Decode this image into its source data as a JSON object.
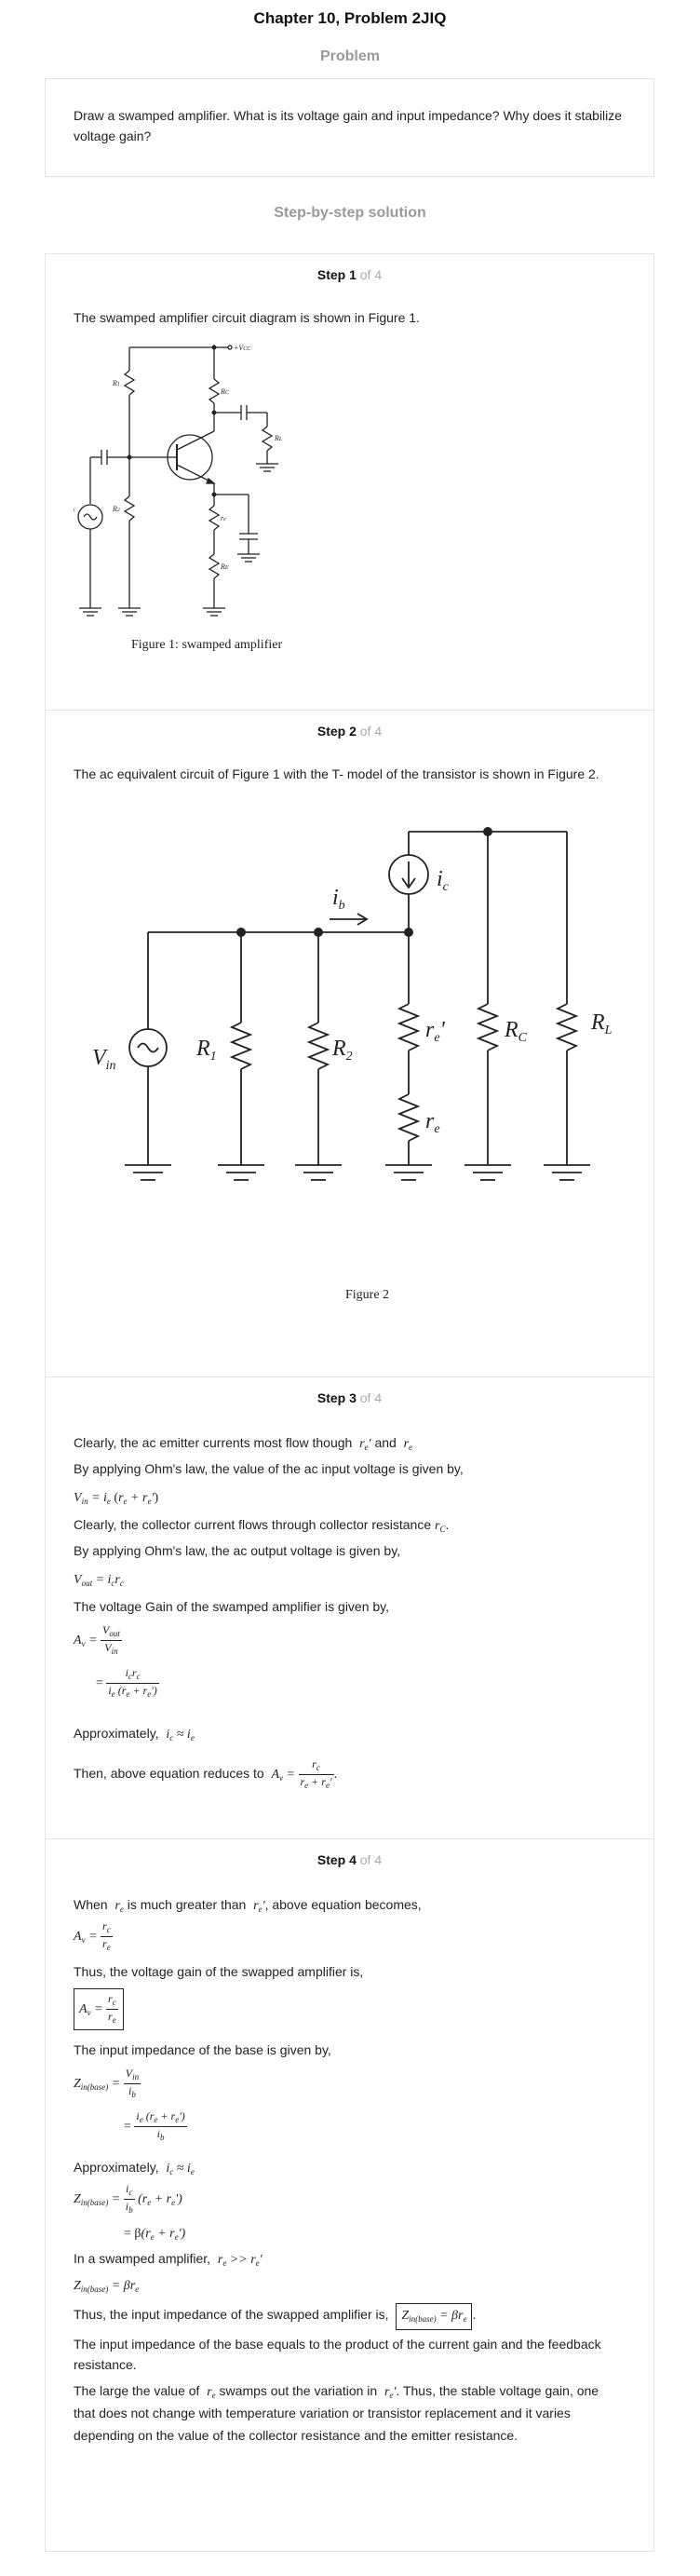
{
  "header": {
    "title": "Chapter 10, Problem 2JIQ"
  },
  "problem": {
    "heading": "Problem",
    "text": "Draw a swamped amplifier. What is its voltage gain and input impedance? Why does it stabilize voltage gain?"
  },
  "solution": {
    "heading": "Step-by-step solution"
  },
  "steps": [
    {
      "label": "Step 1",
      "of": "of 4",
      "text": "The swamped amplifier circuit diagram is shown in Figure 1.",
      "figure_caption": "Figure 1: swamped amplifier",
      "figure_labels": {
        "vcc": "+V",
        "vcc_sub": "CC",
        "rc": "R",
        "rc_sub": "C",
        "rl": "R",
        "rl_sub": "L",
        "r1": "R",
        "r1_sub": "1",
        "r2": "R",
        "r2_sub": "2",
        "vin": "V",
        "vin_sub": "in",
        "re_small": "r",
        "re_small_sub": "e",
        "re_big": "R",
        "re_big_sub": "E"
      }
    },
    {
      "label": "Step 2",
      "of": "of 4",
      "text": "The ac equivalent circuit of Figure 1 with the T- model of the transistor is shown in Figure 2.",
      "figure_caption": "Figure 2",
      "figure_labels": {
        "ic": "i",
        "ic_sub": "c",
        "ib": "i",
        "ib_sub": "b",
        "vin": "V",
        "vin_sub": "in",
        "r1": "R",
        "r1_sub": "1",
        "r2": "R",
        "r2_sub": "2",
        "rep": "r",
        "rep_sub": "e",
        "rep_prime": "'",
        "re": "r",
        "re_sub": "e",
        "rc": "R",
        "rc_sub": "C",
        "rl": "R",
        "rl_sub": "L"
      }
    },
    {
      "label": "Step 3",
      "of": "of 4",
      "lines": {
        "l1": "Clearly, the ac emitter currents most flow though",
        "l1_and": "and",
        "l2": "By applying Ohm's law, the value of the ac input voltage is given by,",
        "l3": "Clearly, the collector current flows through collector resistance",
        "l4": "By applying Ohm's law, the ac output voltage is given by,",
        "l5": "The voltage Gain of the swamped amplifier is given by,",
        "l6": "Approximately,",
        "l7": "Then, above equation reduces to"
      }
    },
    {
      "label": "Step 4",
      "of": "of 4",
      "lines": {
        "l1a": "When",
        "l1b": "is much greater than",
        "l1c": ", above equation becomes,",
        "l2": "Thus, the voltage gain of the swapped amplifier is,",
        "l3": "The input impedance of the base is given by,",
        "l4": "Approximately,",
        "l5": "In a swamped amplifier,",
        "l6": "Thus, the input impedance of the swapped amplifier is,",
        "l7": "The input impedance of the base equals to the product of the current gain and the feedback",
        "l7b": "resistance.",
        "l8a": "The large the value of",
        "l8b": "swamps out the variation in",
        "l8c": ". Thus, the stable voltage gain, one",
        "l8d": "that does not change with temperature variation or transistor replacement and it varies",
        "l8e": "depending on the value of the collector resistance and the emitter resistance."
      }
    }
  ],
  "colors": {
    "heading_gray": "#999999",
    "border": "#e3e3e3",
    "text": "#222222"
  }
}
